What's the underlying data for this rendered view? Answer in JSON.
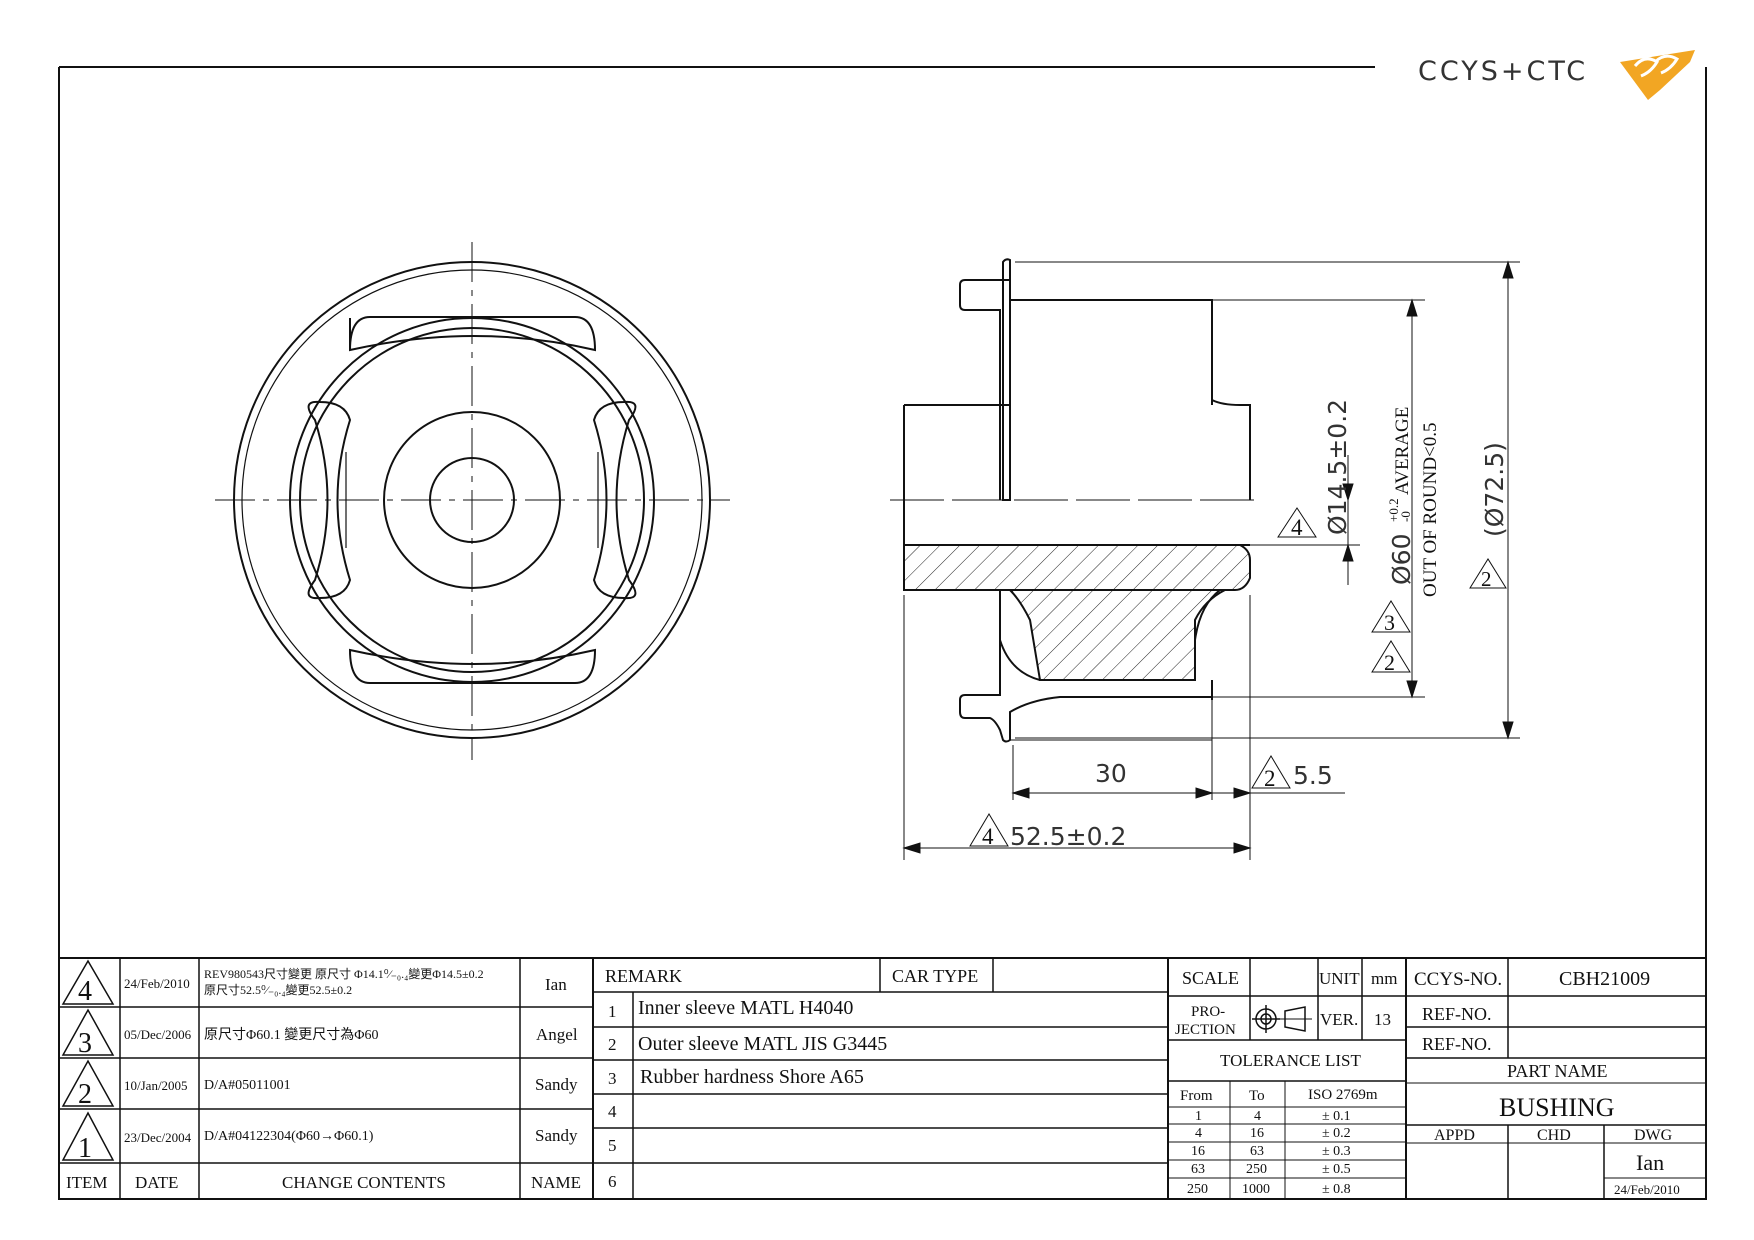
{
  "logo": {
    "text": "CCYS+CTC"
  },
  "dimensions": {
    "bore": "Ø14.5±0.2",
    "od_main": "Ø60",
    "od_tol_upper": "+0.2",
    "od_tol_lower": "-0",
    "od_average": "AVERAGE",
    "out_of_round": "OUT OF ROUND<0.5",
    "flange_dia": "(Ø72.5)",
    "length_30": "30",
    "length_5_5": "5.5",
    "length_total": "52.5±0.2"
  },
  "revision_marks": {
    "bore": "4",
    "od_a": "3",
    "od_b": "2",
    "flange": "2",
    "len55": "2",
    "total": "4"
  },
  "revisions": [
    {
      "item": "4",
      "date": "24/Feb/2010",
      "line1": "REV980543尺寸變更 原尺寸 Φ14.1⁰⁄₋₀.₄變更Φ14.5±0.2",
      "line2": "原尺寸52.5⁰⁄₋₀.₄變更52.5±0.2",
      "name": "Ian"
    },
    {
      "item": "3",
      "date": "05/Dec/2006",
      "line1": "原尺寸Φ60.1 變更尺寸為Φ60",
      "line2": "",
      "name": "Angel"
    },
    {
      "item": "2",
      "date": "10/Jan/2005",
      "line1": "D/A#05011001",
      "line2": "",
      "name": "Sandy"
    },
    {
      "item": "1",
      "date": "23/Dec/2004",
      "line1": "D/A#04122304(Φ60→Φ60.1)",
      "line2": "",
      "name": "Sandy"
    }
  ],
  "rev_headers": {
    "item": "ITEM",
    "date": "DATE",
    "contents": "CHANGE CONTENTS",
    "name": "NAME"
  },
  "remarks": {
    "remark_label": "REMARK",
    "car_type_label": "CAR TYPE",
    "rows": [
      {
        "n": "1",
        "text": "Inner sleeve MATL H4040"
      },
      {
        "n": "2",
        "text": "Outer sleeve MATL JIS G3445"
      },
      {
        "n": "3",
        "text": "Rubber hardness Shore A65"
      },
      {
        "n": "4",
        "text": ""
      },
      {
        "n": "5",
        "text": ""
      },
      {
        "n": "6",
        "text": ""
      }
    ]
  },
  "title_block": {
    "scale_label": "SCALE",
    "unit_label": "UNIT",
    "unit_value": "mm",
    "projection_label_1": "PRO-",
    "projection_label_2": "JECTION",
    "ver_label": "VER.",
    "ver_value": "13",
    "tolerance_title": "TOLERANCE LIST",
    "tol_headers": {
      "from": "From",
      "to": "To",
      "iso": "ISO 2769m"
    },
    "tolerances": [
      {
        "from": "1",
        "to": "4",
        "tol": "± 0.1"
      },
      {
        "from": "4",
        "to": "16",
        "tol": "± 0.2"
      },
      {
        "from": "16",
        "to": "63",
        "tol": "± 0.3"
      },
      {
        "from": "63",
        "to": "250",
        "tol": "± 0.5"
      },
      {
        "from": "250",
        "to": "1000",
        "tol": "± 0.8"
      }
    ],
    "ccys_no_label": "CCYS-NO.",
    "ccys_no_value": "CBH21009",
    "ref_no_label_1": "REF-NO.",
    "ref_no_label_2": "REF-NO.",
    "part_name_label": "PART NAME",
    "part_name_value": "BUSHING",
    "appd_label": "APPD",
    "chd_label": "CHD",
    "dwg_label": "DWG",
    "dwg_name": "Ian",
    "dwg_date": "24/Feb/2010"
  }
}
